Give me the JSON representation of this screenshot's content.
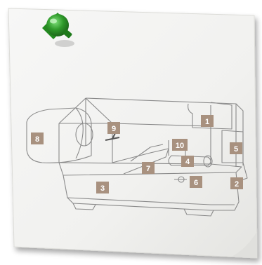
{
  "diagram": {
    "callouts": [
      {
        "id": "1",
        "label": "1"
      },
      {
        "id": "2",
        "label": "2"
      },
      {
        "id": "3",
        "label": "3"
      },
      {
        "id": "5",
        "label": "5"
      },
      {
        "id": "6",
        "label": "6"
      },
      {
        "id": "7",
        "label": "7"
      },
      {
        "id": "8",
        "label": "8"
      },
      {
        "id": "9",
        "label": "9"
      },
      {
        "id": "10",
        "label": "10"
      },
      {
        "id": "4",
        "label": "4"
      }
    ]
  },
  "colors": {
    "paper": "#f4f4f2",
    "line": "#8a8a8a",
    "callout": "#a8917f",
    "pin": "#2f9a2a"
  }
}
